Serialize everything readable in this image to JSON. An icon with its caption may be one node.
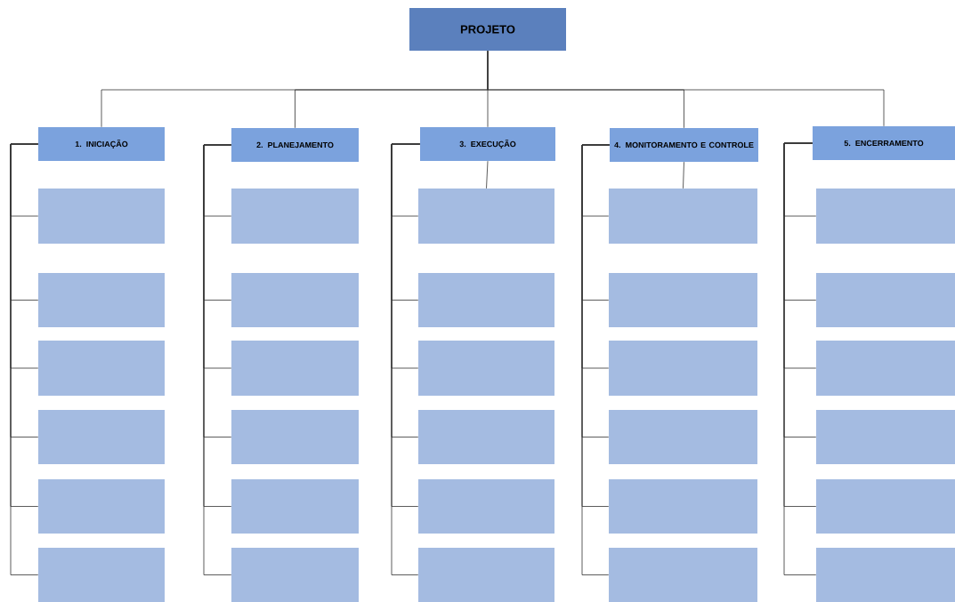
{
  "diagram": {
    "nodes": [
      {
        "text": [
          "PROJETO"
        ]
      },
      {
        "text": [
          "1. INICIAÇÃO"
        ]
      },
      {
        "text": [],
        "shape": "box"
      },
      {
        "text": [],
        "shape": "box"
      },
      {
        "text": [],
        "shape": "box"
      },
      {
        "text": [],
        "shape": "box"
      },
      {
        "text": [],
        "shape": "box"
      },
      {
        "text": [],
        "shape": "box"
      },
      {
        "text": [
          "2. PLANEJAMENTO"
        ]
      },
      {
        "text": [],
        "shape": "box"
      },
      {
        "text": [],
        "shape": "box"
      },
      {
        "text": [],
        "shape": "box"
      },
      {
        "text": [],
        "shape": "box"
      },
      {
        "text": [],
        "shape": "box"
      },
      {
        "text": [],
        "shape": "box"
      },
      {
        "text": [
          "3. EXECUÇÃO"
        ]
      },
      {
        "text": [],
        "shape": "box"
      },
      {
        "text": [],
        "shape": "box"
      },
      {
        "text": [],
        "shape": "box"
      },
      {
        "text": [],
        "shape": "box"
      },
      {
        "text": [],
        "shape": "box"
      },
      {
        "text": [],
        "shape": "box"
      },
      {
        "text": [
          "4. MONITORAMENTO E CONTROLE"
        ]
      },
      {
        "text": [],
        "shape": "box"
      },
      {
        "text": [],
        "shape": "box"
      },
      {
        "text": [],
        "shape": "box"
      },
      {
        "text": [],
        "shape": "box"
      },
      {
        "text": [],
        "shape": "box"
      },
      {
        "text": [],
        "shape": "box"
      },
      {
        "text": [
          "5. ENCERRAMENTO"
        ]
      },
      {
        "text": [],
        "shape": "box"
      },
      {
        "text": [],
        "shape": "box"
      },
      {
        "text": [],
        "shape": "box"
      },
      {
        "text": [],
        "shape": "box"
      },
      {
        "text": [],
        "shape": "box"
      },
      {
        "text": [],
        "shape": "box"
      }
    ],
    "edges": [
      {
        "from": 0,
        "to": 1,
        "arrow": "none"
      },
      {
        "from": 0,
        "to": 8,
        "arrow": "none"
      },
      {
        "from": 0,
        "to": 15,
        "arrow": "none"
      },
      {
        "from": 0,
        "to": 22,
        "arrow": "none"
      },
      {
        "from": 0,
        "to": 29,
        "arrow": "none"
      },
      {
        "from": 1,
        "to": 2,
        "arrow": "none"
      },
      {
        "from": 1,
        "to": 3,
        "arrow": "none"
      },
      {
        "from": 1,
        "to": 4,
        "arrow": "none"
      },
      {
        "from": 1,
        "to": 5,
        "arrow": "none"
      },
      {
        "from": 1,
        "to": 6,
        "arrow": "none"
      },
      {
        "from": 1,
        "to": 7,
        "arrow": "none"
      },
      {
        "from": 8,
        "to": 9,
        "arrow": "none"
      },
      {
        "from": 8,
        "to": 10,
        "arrow": "none"
      },
      {
        "from": 8,
        "to": 11,
        "arrow": "none"
      },
      {
        "from": 8,
        "to": 12,
        "arrow": "none"
      },
      {
        "from": 8,
        "to": 13,
        "arrow": "none"
      },
      {
        "from": 8,
        "to": 14,
        "arrow": "none"
      },
      {
        "from": 15,
        "to": 16,
        "arrow": "none"
      },
      {
        "from": 15,
        "to": 17,
        "arrow": "none"
      },
      {
        "from": 15,
        "to": 18,
        "arrow": "none"
      },
      {
        "from": 15,
        "to": 19,
        "arrow": "none"
      },
      {
        "from": 15,
        "to": 20,
        "arrow": "none"
      },
      {
        "from": 15,
        "to": 21,
        "arrow": "none"
      },
      {
        "from": 15,
        "to": 16,
        "arrow": "none"
      },
      {
        "from": 22,
        "to": 23,
        "arrow": "none"
      },
      {
        "from": 22,
        "to": 24,
        "arrow": "none"
      },
      {
        "from": 22,
        "to": 25,
        "arrow": "none"
      },
      {
        "from": 22,
        "to": 26,
        "arrow": "none"
      },
      {
        "from": 22,
        "to": 27,
        "arrow": "none"
      },
      {
        "from": 22,
        "to": 28,
        "arrow": "none"
      },
      {
        "from": 22,
        "to": 23,
        "arrow": "none"
      },
      {
        "from": 29,
        "to": 30,
        "arrow": "none"
      },
      {
        "from": 29,
        "to": 31,
        "arrow": "none"
      },
      {
        "from": 29,
        "to": 32,
        "arrow": "none"
      },
      {
        "from": 29,
        "to": 33,
        "arrow": "none"
      },
      {
        "from": 29,
        "to": 34,
        "arrow": "none"
      },
      {
        "from": 29,
        "to": 35,
        "arrow": "none"
      }
    ]
  }
}
